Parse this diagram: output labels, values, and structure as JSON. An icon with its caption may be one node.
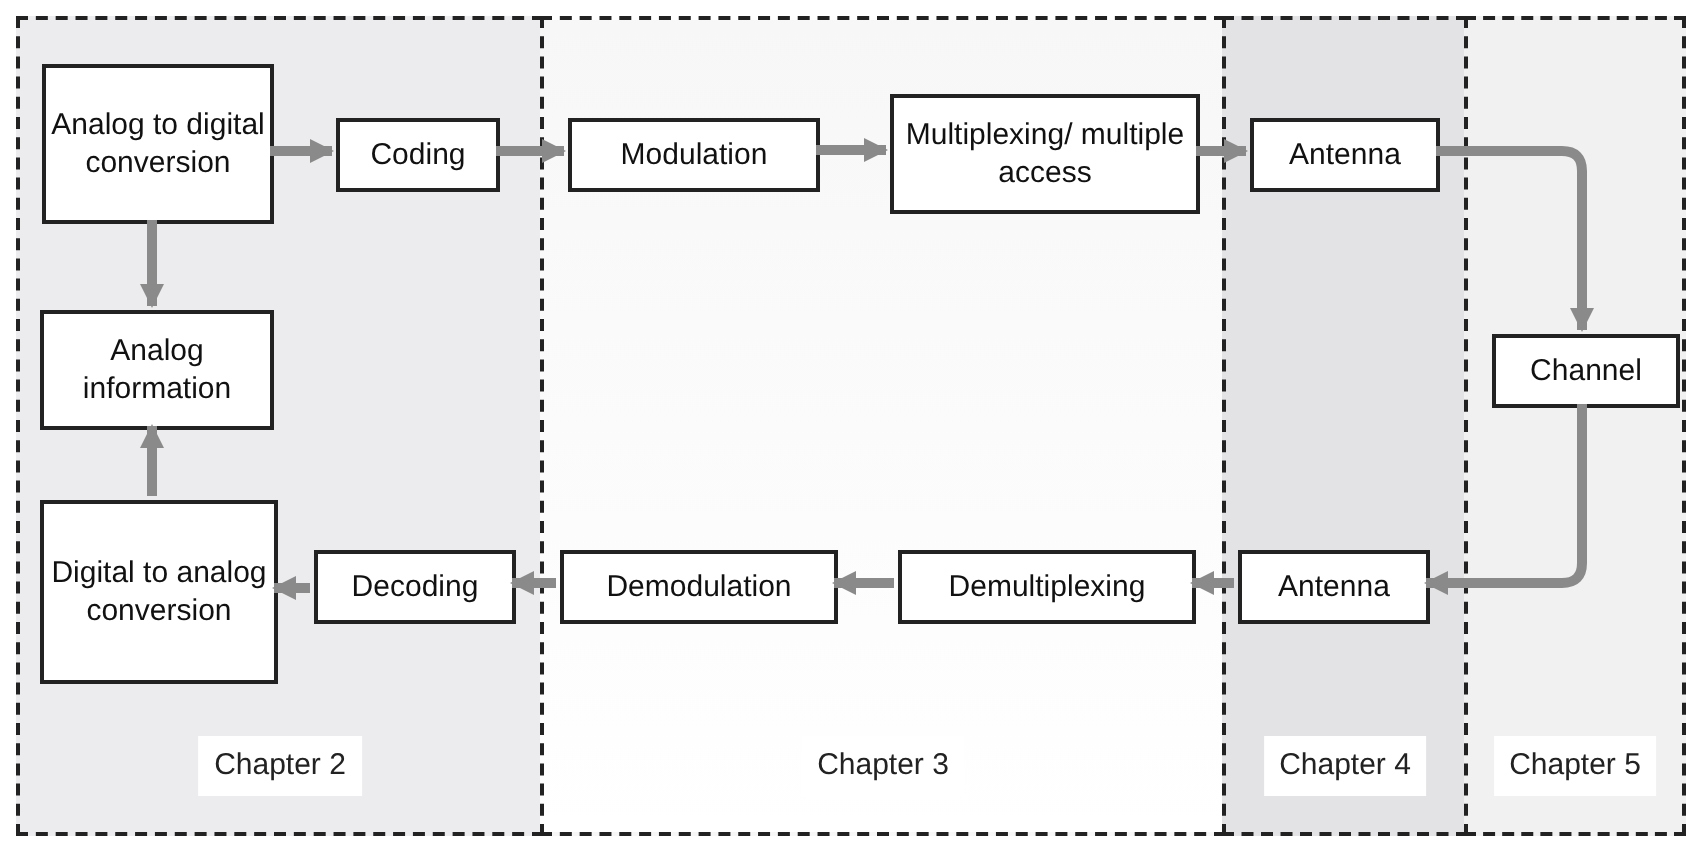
{
  "diagram": {
    "nodes": [
      {
        "text": [
          "Chapter 2"
        ]
      },
      {
        "text": [
          "Chapter 3"
        ]
      },
      {
        "text": [
          "Chapter 4"
        ]
      },
      {
        "text": [
          "Chapter 5"
        ]
      },
      {
        "text": [
          "Analog to digital conversion"
        ],
        "in": 0
      },
      {
        "text": [
          "Coding"
        ],
        "in": 0
      },
      {
        "text": [
          "Analog information"
        ],
        "in": 0
      },
      {
        "text": [
          "Digital to analog conversion"
        ],
        "in": 0
      },
      {
        "text": [
          "Decoding"
        ],
        "in": 0
      },
      {
        "text": [
          "Modulation"
        ],
        "in": 1
      },
      {
        "text": [
          "Multiplexing/ multiple access"
        ],
        "in": 1
      },
      {
        "text": [
          "Antenna"
        ],
        "in": 2
      },
      {
        "text": [
          "Channel"
        ],
        "in": 3
      },
      {
        "text": [
          "Antenna"
        ],
        "in": 2
      },
      {
        "text": [
          "Demultiplexing"
        ],
        "in": 1
      },
      {
        "text": [
          "Demodulation"
        ],
        "in": 1
      }
    ],
    "edges": [
      {
        "from": 4,
        "to": 5,
        "arrow": "to"
      },
      {
        "from": 5,
        "to": 9,
        "arrow": "to"
      },
      {
        "from": 9,
        "to": 10,
        "arrow": "to"
      },
      {
        "from": 10,
        "to": 11,
        "arrow": "to"
      },
      {
        "from": 11,
        "to": 12,
        "arrow": "to"
      },
      {
        "from": 12,
        "to": 13,
        "arrow": "to"
      },
      {
        "from": 13,
        "to": 14,
        "arrow": "to"
      },
      {
        "from": 14,
        "to": 15,
        "arrow": "to"
      },
      {
        "from": 15,
        "to": 8,
        "arrow": "to"
      },
      {
        "from": 8,
        "to": 7,
        "arrow": "to"
      },
      {
        "from": 4,
        "to": 6,
        "arrow": "to"
      },
      {
        "from": 7,
        "to": 6,
        "arrow": "to"
      }
    ]
  }
}
